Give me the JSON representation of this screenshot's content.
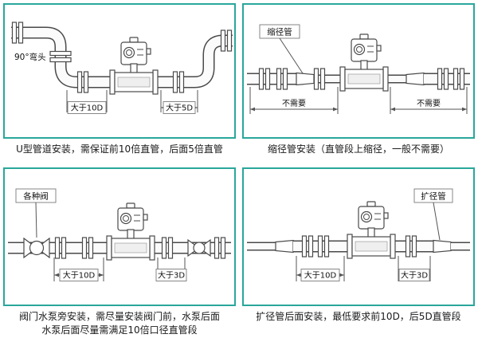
{
  "accent_color": "#2aa79b",
  "panels": [
    {
      "id": "u-pipe",
      "caption_lines": [
        "U型管道安装，需保证前10倍直管，后面5倍直管"
      ],
      "labels": {
        "elbow": "90°弯头",
        "dim_front": "大于10D",
        "dim_back": "大于5D"
      }
    },
    {
      "id": "reducer",
      "caption_lines": [
        "缩径管安装（直管段上缩径，一般不需要）"
      ],
      "labels": {
        "part": "缩径管",
        "dim_front": "不需要",
        "dim_back": "不需要"
      }
    },
    {
      "id": "valve-pump",
      "caption_lines": [
        "阀门水泵旁安装，需尽量安装阀门前，水泵后面",
        "水泵后面尽量需满足10倍口径直管段"
      ],
      "labels": {
        "part": "各种阀",
        "dim_front": "大于10D",
        "dim_back": "大于3D"
      }
    },
    {
      "id": "expander",
      "caption_lines": [
        "扩径管后面安装，最低要求前10D，后5D直管段"
      ],
      "labels": {
        "part": "扩径管",
        "dim_front": "大于10D",
        "dim_back": "大于3D"
      }
    }
  ]
}
